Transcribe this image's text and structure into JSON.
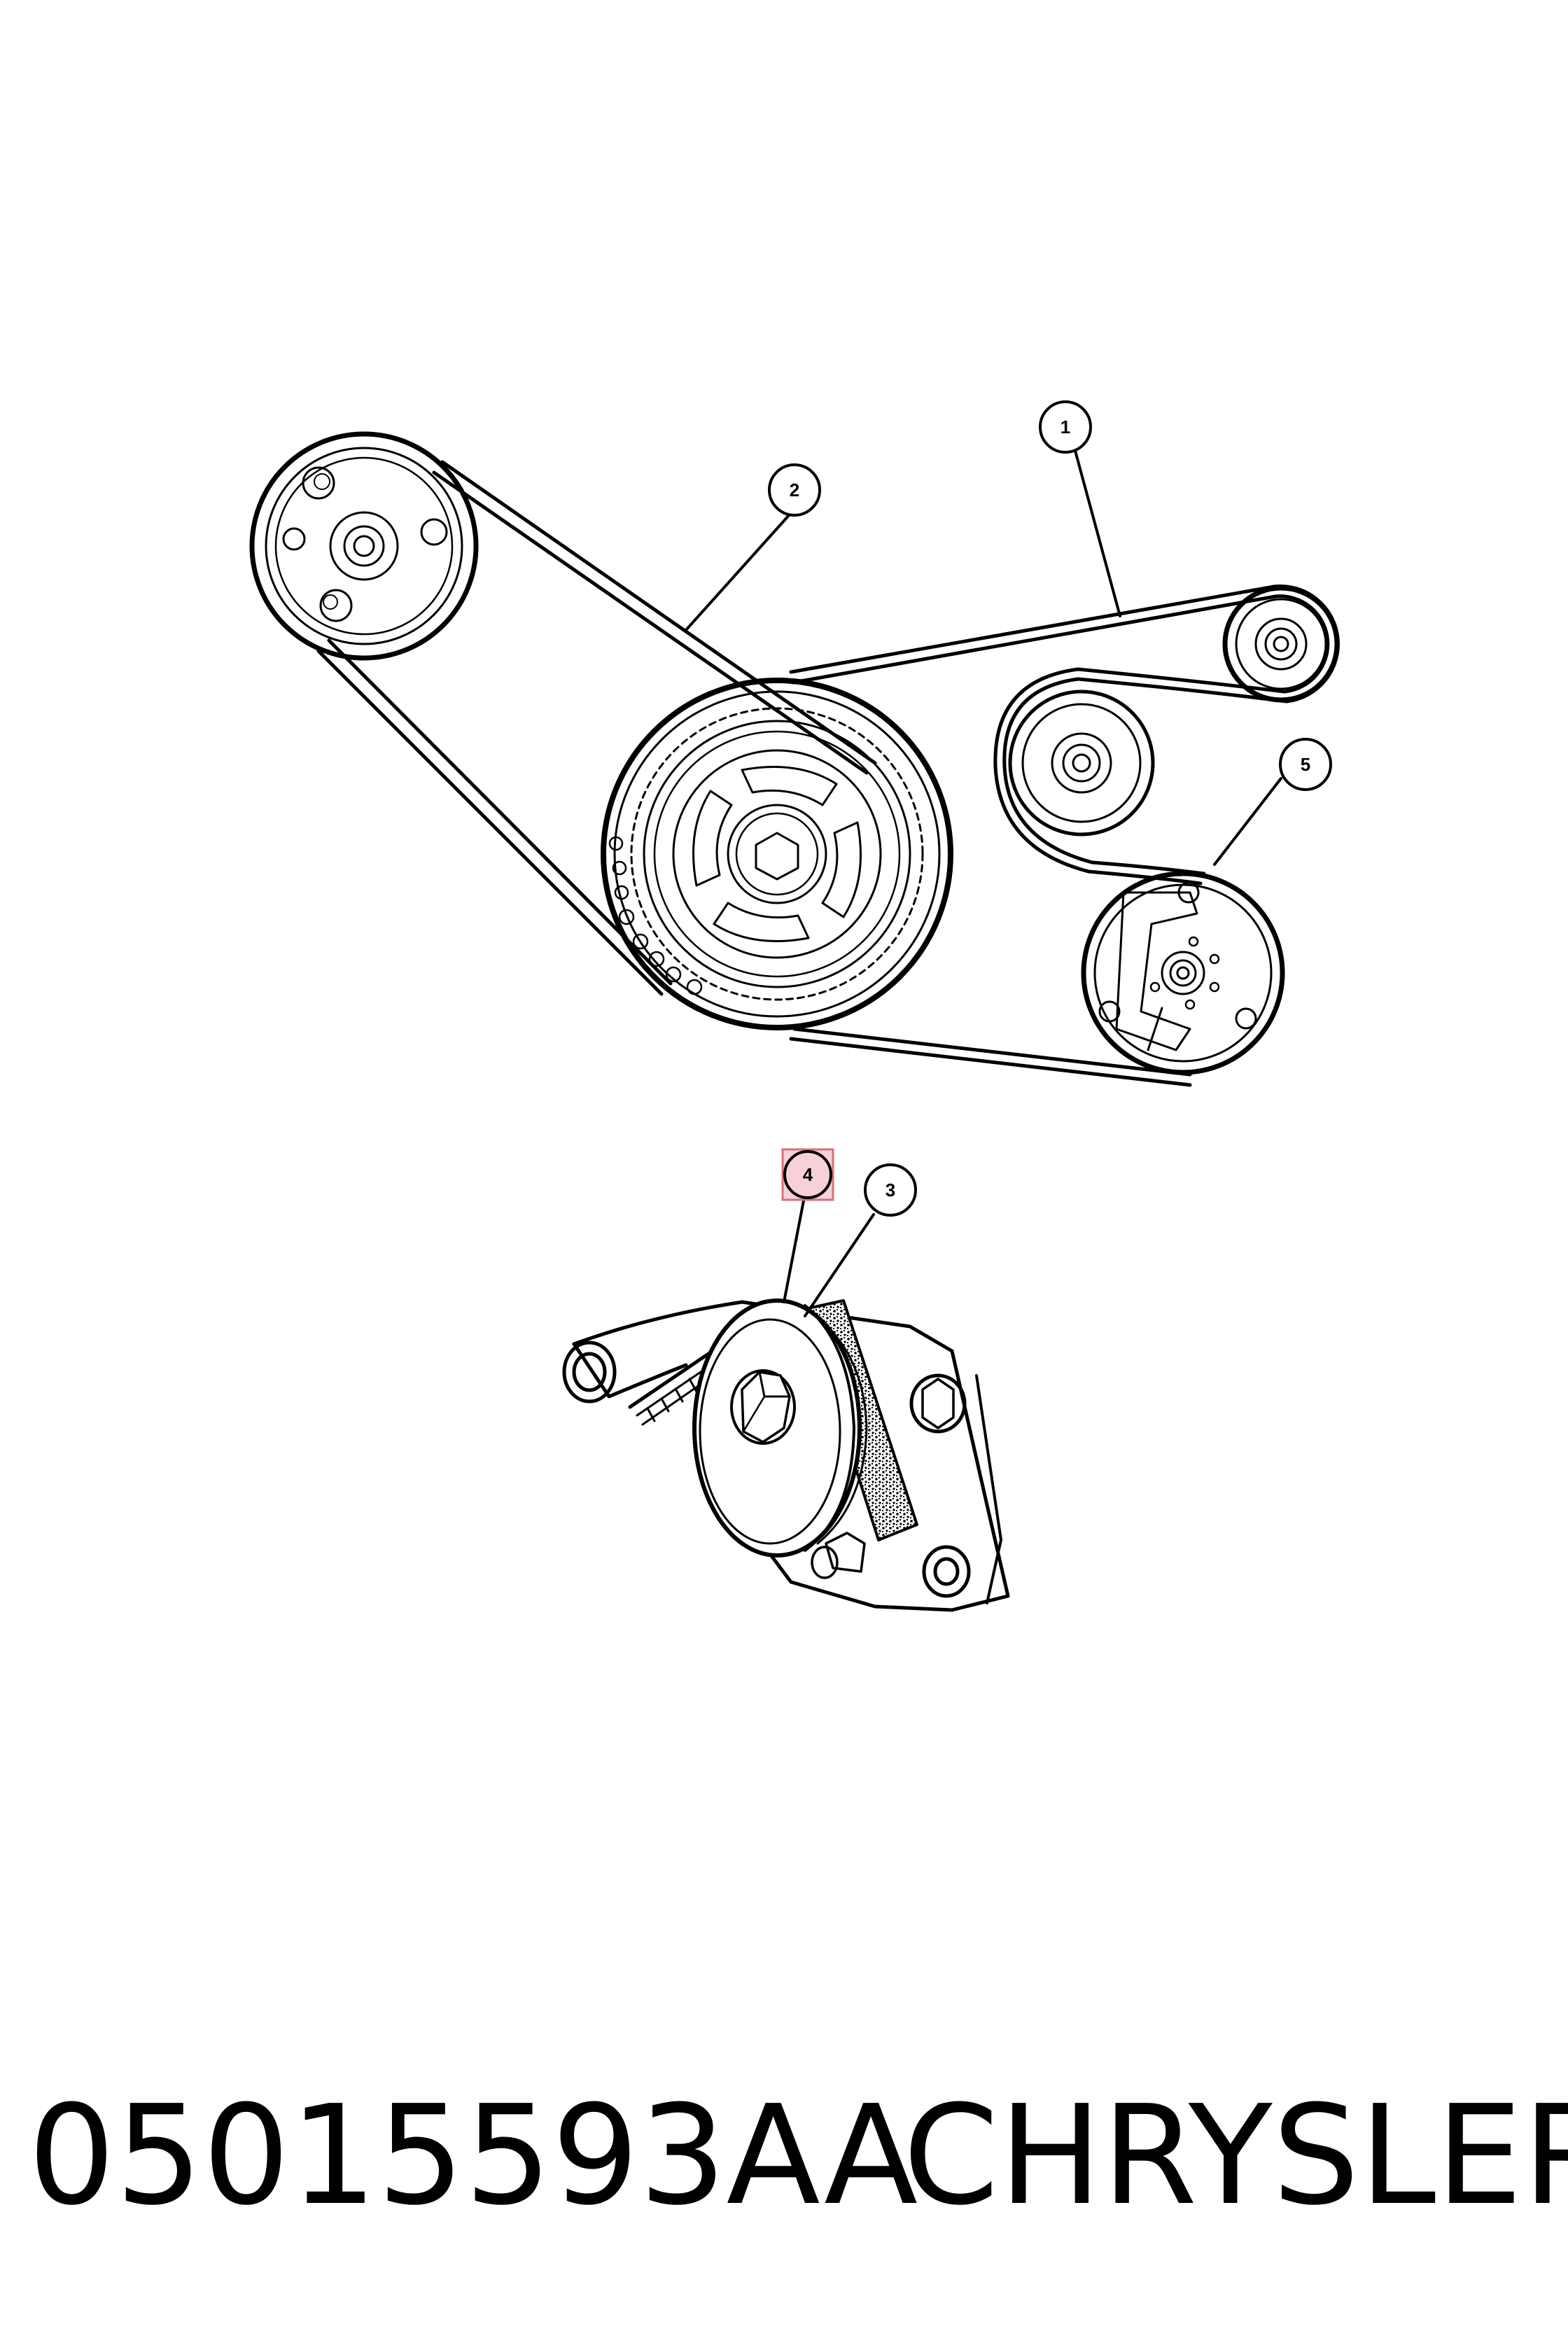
{
  "callouts": {
    "c1": "1",
    "c2": "2",
    "c3": "3",
    "c4": "4",
    "c5": "5"
  },
  "highlighted_callout": "4",
  "colors": {
    "line": "#000000",
    "background": "#ffffff",
    "highlight_fill": "#f6d2d7",
    "highlight_stroke": "#d9707f",
    "belt_texture": "#6a6a6a"
  },
  "caption": {
    "part_number": "05015593AA",
    "brand": "CHRYSLER"
  }
}
